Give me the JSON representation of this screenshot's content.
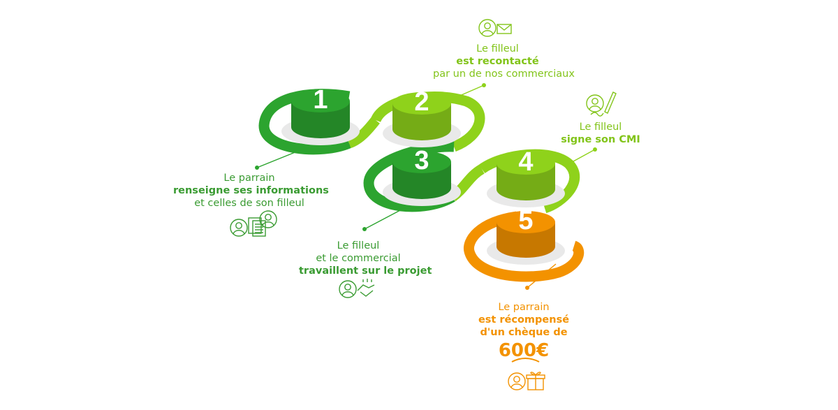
{
  "colors": {
    "dark_green": "#2ca42f",
    "light_green": "#8fd21b",
    "orange": "#f39200",
    "plate": "#e9e9e9",
    "text_dark_green": "#3a9b32",
    "text_light_green": "#82c41a"
  },
  "steps": [
    {
      "number": "1",
      "color": "dark_green",
      "icon": "person-with-documents-icon",
      "lines": [
        {
          "text": "Le parrain",
          "weight": "normal"
        },
        {
          "text": "renseigne ses informations",
          "weight": "bold"
        },
        {
          "text": "et celles de son filleul",
          "weight": "normal"
        }
      ]
    },
    {
      "number": "2",
      "color": "light_green",
      "icon": "person-with-envelope-icon",
      "lines": [
        {
          "text": "Le filleul",
          "weight": "normal"
        },
        {
          "text": "est recontacté",
          "weight": "bold"
        },
        {
          "text": "par un de nos commerciaux",
          "weight": "normal"
        }
      ]
    },
    {
      "number": "3",
      "color": "dark_green",
      "icon": "person-handshake-icon",
      "lines": [
        {
          "text": "Le filleul",
          "weight": "normal"
        },
        {
          "text": "et le commercial",
          "weight": "normal"
        },
        {
          "text": "travaillent sur le projet",
          "weight": "bold"
        }
      ]
    },
    {
      "number": "4",
      "color": "light_green",
      "icon": "person-signing-pen-icon",
      "lines": [
        {
          "text": "Le filleul",
          "weight": "normal"
        },
        {
          "text": "signe son CMI",
          "weight": "bold"
        }
      ]
    },
    {
      "number": "5",
      "color": "orange",
      "icon": "person-gift-icon",
      "lines": [
        {
          "text": "Le parrain",
          "weight": "normal"
        },
        {
          "text": "est récompensé",
          "weight": "bold"
        },
        {
          "text": "d'un chèque de",
          "weight": "bold"
        }
      ],
      "amount": "600€"
    }
  ]
}
